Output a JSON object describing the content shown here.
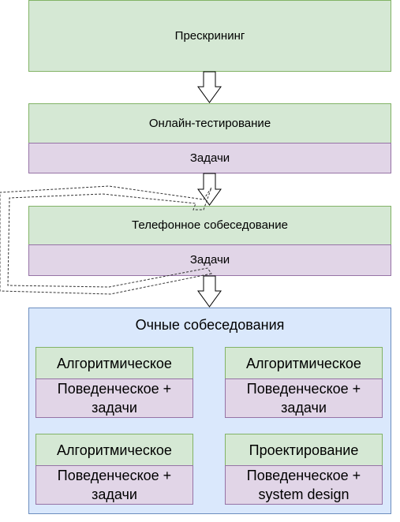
{
  "stages": {
    "prescreening": "Прескрининг",
    "online_test": "Онлайн-тестирование",
    "online_tasks": "Задачи",
    "phone_interview": "Телефонное собеседование",
    "phone_tasks": "Задачи"
  },
  "onsite": {
    "title": "Очные собеседования",
    "cards": [
      {
        "top": "Алгоритмическое",
        "bottom": "Поведенческое +\nзадачи"
      },
      {
        "top": "Алгоритмическое",
        "bottom": "Поведенческое +\nзадачи"
      },
      {
        "top": "Алгоритмическое",
        "bottom": "Поведенческое +\nзадачи"
      },
      {
        "top": "Проектирование",
        "bottom": "Поведенческое +\nsystem design"
      }
    ]
  },
  "colors": {
    "green_fill": "#d5e8d4",
    "green_stroke": "#82b366",
    "purple_fill": "#e1d5e7",
    "purple_stroke": "#9673a6",
    "blue_fill": "#dae8fc",
    "blue_stroke": "#6c8ebf"
  }
}
